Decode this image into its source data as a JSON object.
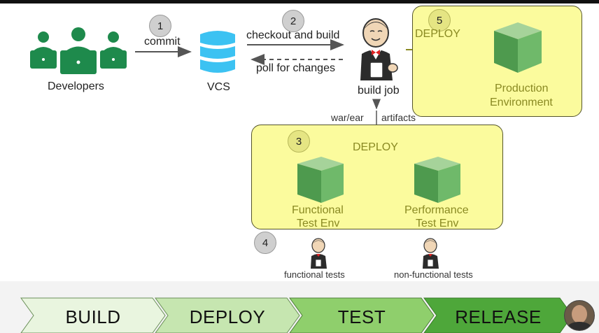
{
  "steps": {
    "s1": "1",
    "s2": "2",
    "s3": "3",
    "s4": "4",
    "s5": "5"
  },
  "labels": {
    "commit": "commit",
    "checkout": "checkout and build",
    "poll": "poll for changes",
    "developers": "Developers",
    "vcs": "VCS",
    "build_job": "build job",
    "war_ear": "war/ear",
    "artifacts": "artifacts",
    "deploy_prod": "DEPLOY",
    "deploy_test": "DEPLOY",
    "prod_env_l1": "Production",
    "prod_env_l2": "Environment",
    "func_env_l1": "Functional",
    "func_env_l2": "Test Env",
    "perf_env_l1": "Performance",
    "perf_env_l2": "Test Env",
    "functional_tests": "functional tests",
    "nonfunctional_tests": "non-functional tests"
  },
  "pipeline": {
    "stages": [
      "BUILD",
      "DEPLOY",
      "TEST",
      "RELEASE"
    ]
  },
  "colors": {
    "developer_green": "#1e8a4c",
    "vcs_blue": "#3cc2f2",
    "zone_fill": "#fbfb9d",
    "stage_fills": [
      "#e9f5df",
      "#c6e6b0",
      "#8fcf6c",
      "#4ea73a"
    ],
    "cube_green": "#5fa85d"
  },
  "icons": [
    "developer-icon",
    "database-icon",
    "jenkins-butler-icon",
    "environment-cube-icon",
    "presenter-avatar"
  ]
}
